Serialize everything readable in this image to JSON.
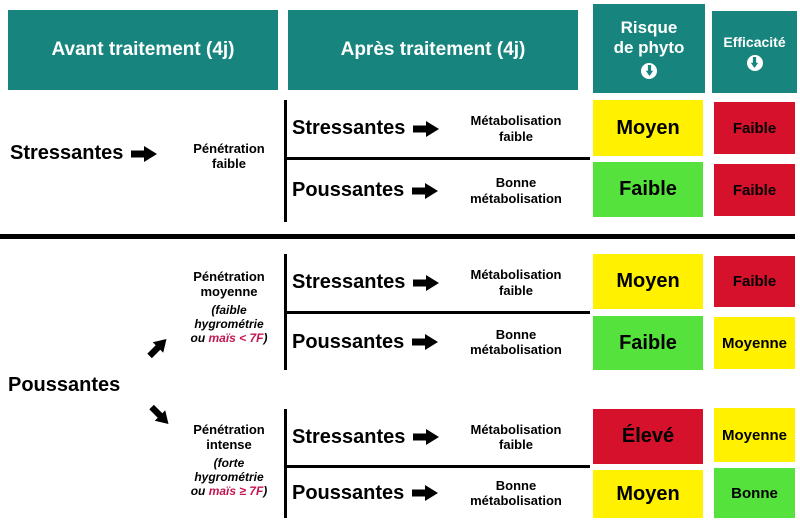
{
  "header": {
    "avant_label": "Avant traitement (4j)",
    "apres_label": "Après traitement (4j)",
    "risque_line1": "Risque",
    "risque_line2": "de phyto",
    "efficacite_label": "Efficacité"
  },
  "colors": {
    "teal_header": "#17847D",
    "risk_yellow": "#FFF100",
    "risk_green": "#55E23C",
    "risk_red": "#D5112B",
    "accent_crimson": "#C2164E"
  },
  "section_stressantes": {
    "label": "Stressantes",
    "note_line1": "Pénétration",
    "note_line2": "faible",
    "rows": [
      {
        "condition": "Stressantes",
        "meta_line1": "Métabolisation",
        "meta_line2": "faible",
        "risque": "Moyen",
        "efficacite": "Faible"
      },
      {
        "condition": "Poussantes",
        "meta_line1": "Bonne",
        "meta_line2": "métabolisation",
        "risque": "Faible",
        "efficacite": "Faible"
      }
    ]
  },
  "section_poussantes": {
    "label": "Poussantes",
    "branch_moyenne": {
      "title_line1": "Pénétration",
      "title_line2": "moyenne",
      "note_line1": "(faible",
      "note_line2": "hygrométrie",
      "note_line3_prefix": "ou ",
      "note_line3_accent": "maïs < 7F",
      "note_line3_suffix": ")",
      "rows": [
        {
          "condition": "Stressantes",
          "meta_line1": "Métabolisation",
          "meta_line2": "faible",
          "risque": "Moyen",
          "efficacite": "Faible"
        },
        {
          "condition": "Poussantes",
          "meta_line1": "Bonne",
          "meta_line2": "métabolisation",
          "risque": "Faible",
          "efficacite": "Moyenne"
        }
      ]
    },
    "branch_intense": {
      "title_line1": "Pénétration",
      "title_line2": "intense",
      "note_line1": "(forte",
      "note_line2": "hygrométrie",
      "note_line3_prefix": "ou ",
      "note_line3_accent": "maïs ≥ 7F",
      "note_line3_suffix": ")",
      "rows": [
        {
          "condition": "Stressantes",
          "meta_line1": "Métabolisation",
          "meta_line2": "faible",
          "risque": "Élevé",
          "efficacite": "Moyenne"
        },
        {
          "condition": "Poussantes",
          "meta_line1": "Bonne",
          "meta_line2": "métabolisation",
          "risque": "Moyen",
          "efficacite": "Bonne"
        }
      ]
    }
  }
}
